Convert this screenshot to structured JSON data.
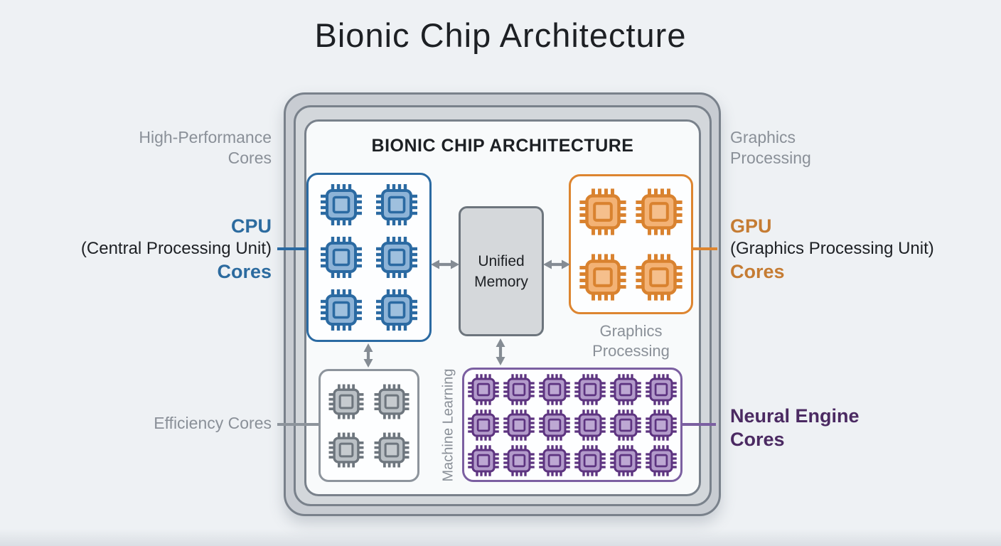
{
  "title": "Bionic Chip Architecture",
  "chip": {
    "header": "BIONIC CHIP ARCHITECTURE",
    "memory": {
      "line1": "Unified",
      "line2": "Memory"
    },
    "gpu_caption": {
      "line1": "Graphics",
      "line2": "Processing"
    },
    "machine_learning_label": "Machine Learning"
  },
  "side_labels": {
    "high_performance": {
      "line1": "High-Performance",
      "line2": "Cores"
    },
    "cpu": {
      "acronym": "CPU",
      "full_name": "(Central Processing Unit)",
      "suffix": "Cores"
    },
    "efficiency": "Efficiency Cores",
    "graphics": {
      "line1": "Graphics",
      "line2": "Processing"
    },
    "gpu": {
      "acronym": "GPU",
      "full_name": "(Graphics Processing Unit)",
      "suffix": "Cores"
    },
    "neural": {
      "line1": "Neural Engine",
      "line2": "Cores"
    }
  },
  "core_grids": {
    "cpu": {
      "rows": 3,
      "cols": 2,
      "core_count": 6,
      "fill": "#8db3d7",
      "inner": "#9fc0de",
      "stroke": "#2b6aa2"
    },
    "gpu": {
      "rows": 2,
      "cols": 2,
      "core_count": 4,
      "fill": "#f3b275",
      "inner": "#f5bf8c",
      "stroke": "#d9822f"
    },
    "efficiency": {
      "rows": 2,
      "cols": 2,
      "core_count": 4,
      "fill": "#bac0c5",
      "inner": "#c6cbcf",
      "stroke": "#6e767e"
    },
    "neural": {
      "rows": 3,
      "cols": 6,
      "core_count": 18,
      "fill": "#b29aca",
      "inner": "#bda8d3",
      "stroke": "#5d3480"
    }
  },
  "colors": {
    "background": "#eef1f4",
    "frame_border": "#79818b",
    "frame_band_outer": "#c8ccd2",
    "frame_band_inner": "#d3d7db",
    "chip_interior": "#f8fafb",
    "cpu_accent": "#2c6b9f",
    "cpu_box_border": "#2b6aa2",
    "gpu_accent": "#c57c33",
    "gpu_box_border": "#dd8530",
    "neural_accent": "#4b2a62",
    "neural_box_border": "#7b5fa1",
    "efficiency_box_border": "#8d949c",
    "memory_fill": "#d5d8db",
    "memory_border": "#6d757d",
    "label_gray": "#8a9098",
    "arrow_gray": "#858c94",
    "text_dark": "#1d2024"
  }
}
